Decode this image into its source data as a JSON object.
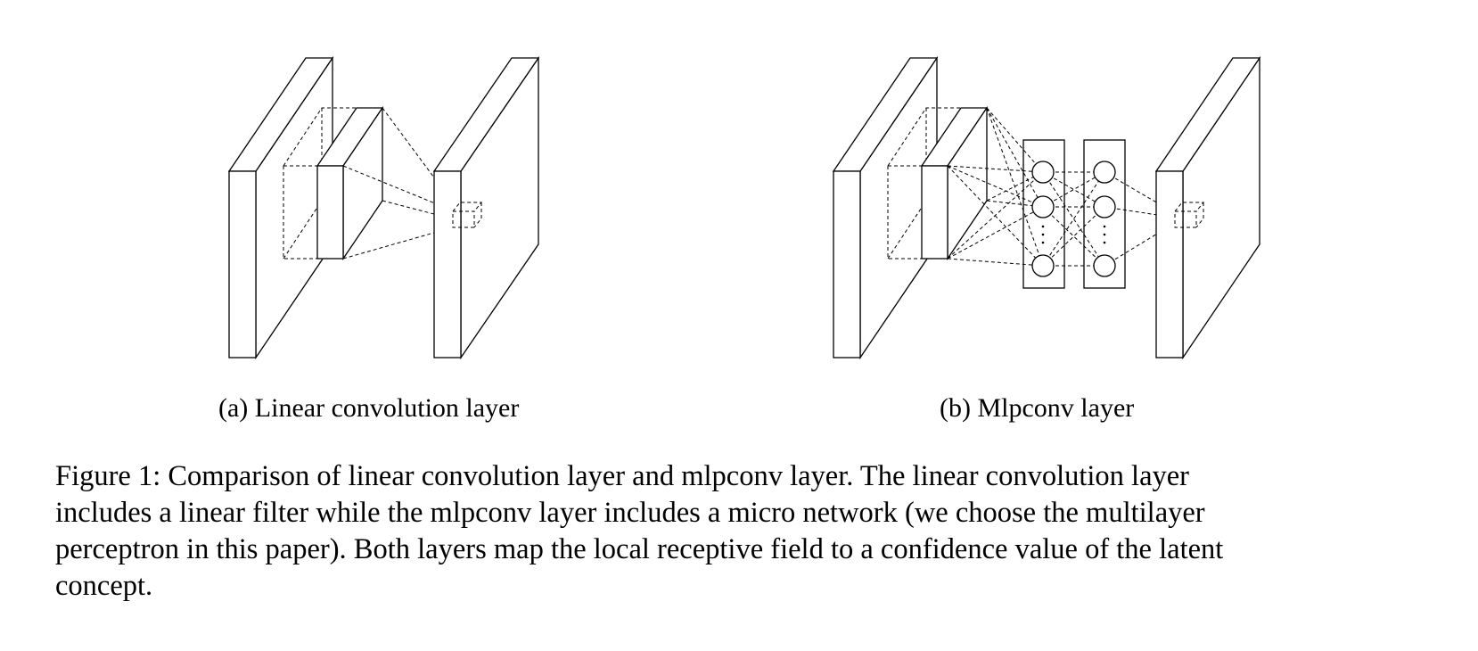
{
  "figure": {
    "subcaption_a": "(a) Linear convolution layer",
    "subcaption_b": "(b) Mlpconv layer",
    "caption_lines": [
      "Figure 1: Comparison of linear convolution layer and mlpconv layer. The linear convolution layer",
      "includes a linear filter while the mlpconv layer includes a micro network (we choose the multilayer",
      "perceptron in this paper). Both layers map the local receptive field to a confidence value of the latent",
      "concept."
    ]
  }
}
